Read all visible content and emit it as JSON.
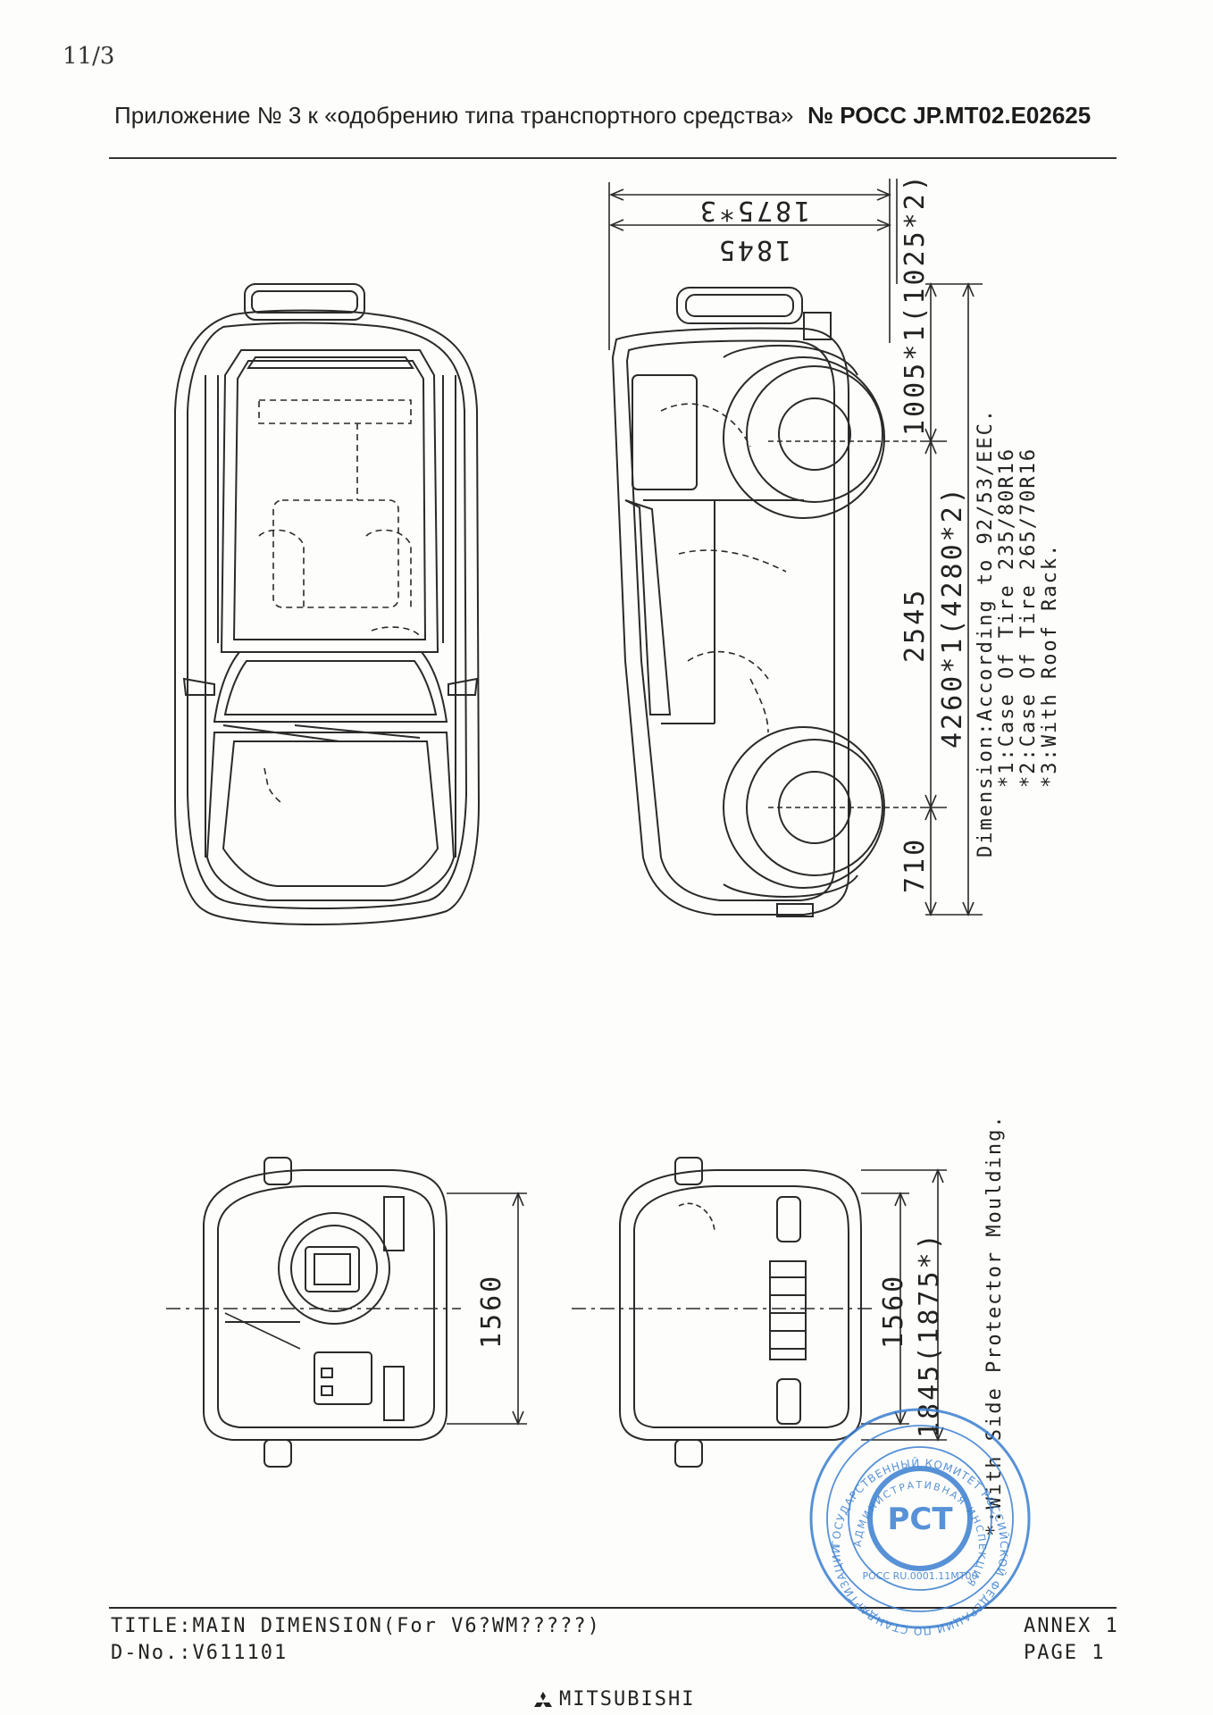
{
  "handwritten_page": "11/3",
  "header": {
    "annex_text": "Приложение № 3 к «одобрению типа транспортного средства»",
    "approval_no": "№ РОСС JP.MT02.E02625"
  },
  "side_view": {
    "overall_height_rack": "1875*3",
    "overall_height": "1845",
    "rear_overhang": "1005*1(1025*2)",
    "wheelbase": "2545",
    "overall_length": "4260*1(4280*2)",
    "front_overhang": "710"
  },
  "notes": {
    "line1": "Dimension:According to 92/53/EEC.",
    "line2": "*1:Case Of Tire 235/80R16",
    "line3": "*2:Case Of Tire 265/70R16",
    "line4": "*3:With Roof Rack.",
    "line5": "*:With Side Protector Moulding."
  },
  "rear_view": {
    "track": "1560"
  },
  "front_view": {
    "track": "1560",
    "overall_width": "1845(1875*)"
  },
  "stamp": {
    "outer_text": "ГОСУДАРСТВЕННЫЙ КОМИТЕТ РОССИЙСКОЙ ФЕДЕРАЦИИ ПО СТАНДАРТИЗАЦИИ И МЕТРОЛОГИИ",
    "inner_text": "АДМИНИСТРАТИВНАЯ ИНСПЕКЦИЯ",
    "code": "РОСС RU.0001.11МТ00",
    "logo": "PCT",
    "color": "#3b7fd0"
  },
  "title_block": {
    "title": "TITLE:MAIN DIMENSION(For  V6?WM?????)",
    "doc_no": "D-No.:V611101",
    "annex": "ANNEX  1",
    "page": "PAGE   1",
    "brand": "MITSUBISHI"
  }
}
